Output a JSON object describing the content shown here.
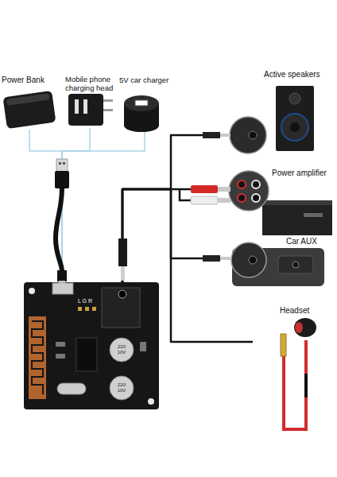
{
  "diagram": {
    "nodes": [
      {
        "text": [
          "Power Bank"
        ]
      },
      {
        "text": [
          "Mobile phone charging head"
        ]
      },
      {
        "text": [
          "5V car charger"
        ]
      },
      {
        "text": [
          "Active speakers"
        ]
      },
      {
        "text": [
          "Power amplifier"
        ]
      },
      {
        "text": [
          "Car AUX"
        ]
      },
      {
        "text": [
          "L G R",
          "220 10V",
          "220 10V"
        ]
      },
      {
        "text": [
          "Headset"
        ]
      }
    ],
    "edges": [
      {
        "from": 0,
        "to": 6,
        "arrow": "none"
      },
      {
        "from": 1,
        "to": 6,
        "arrow": "none"
      },
      {
        "from": 2,
        "to": 6,
        "arrow": "none"
      },
      {
        "from": 6,
        "to": 3,
        "arrow": "none"
      },
      {
        "from": 6,
        "to": 4,
        "arrow": "none"
      },
      {
        "from": 6,
        "to": 5,
        "arrow": "none"
      },
      {
        "from": 6,
        "to": 7,
        "arrow": "none"
      }
    ]
  }
}
